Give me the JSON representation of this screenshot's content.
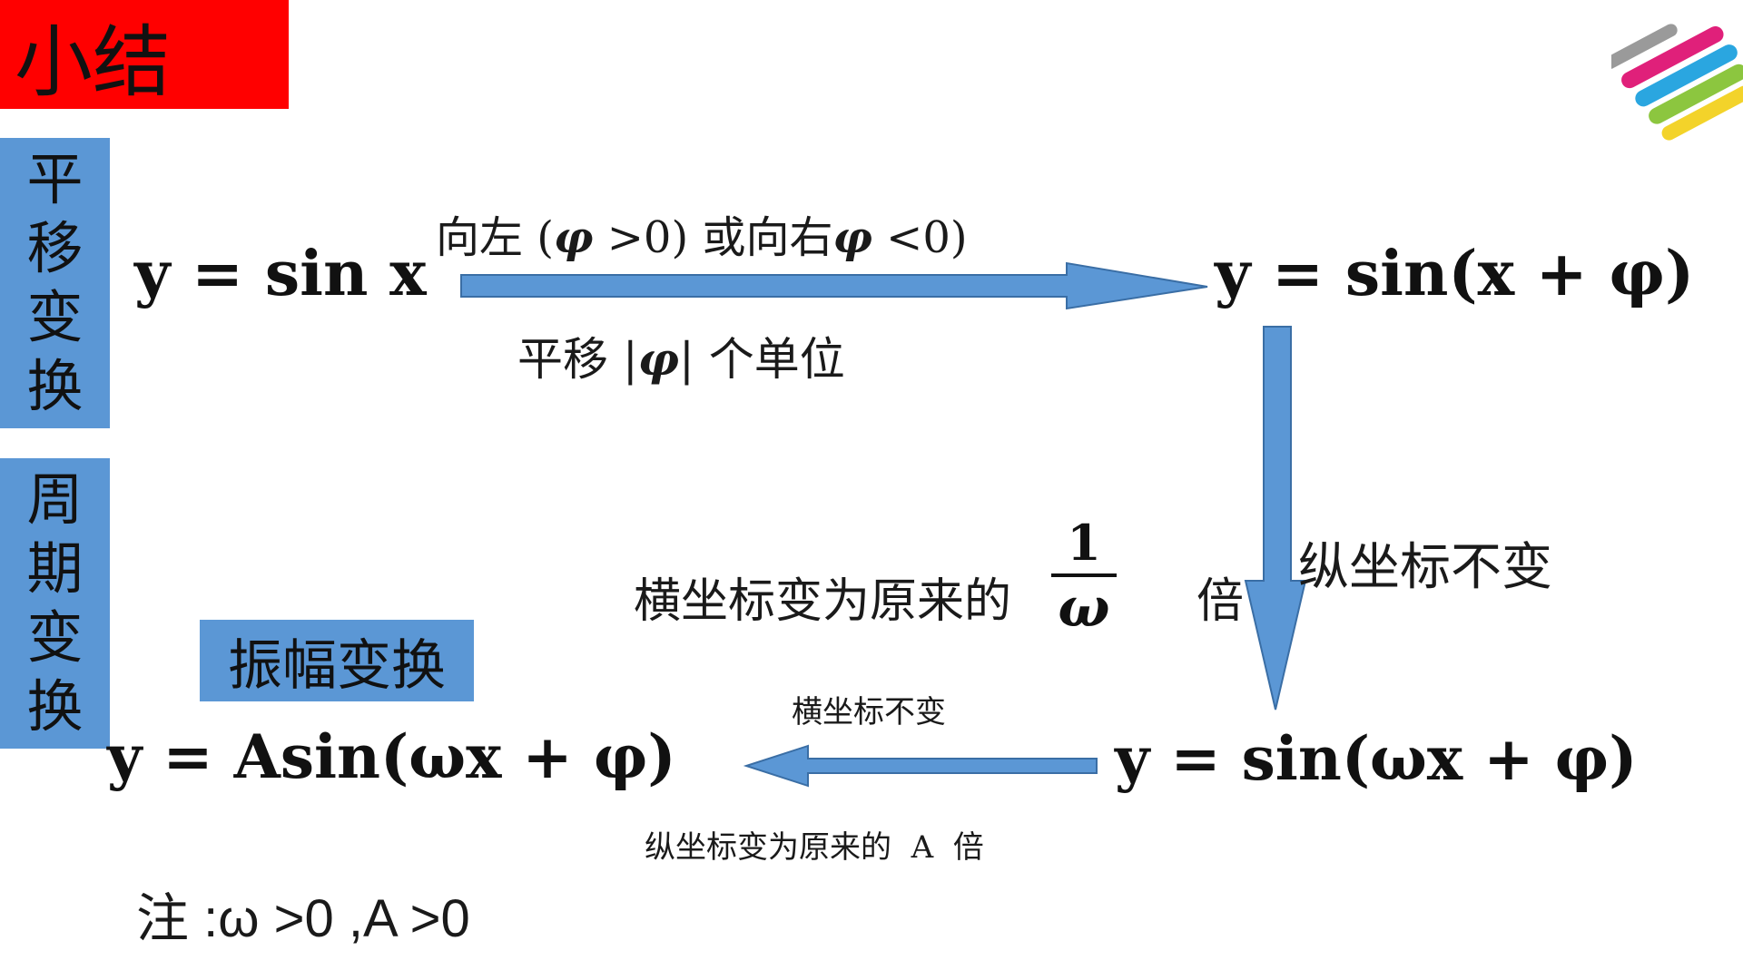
{
  "title": "小结",
  "side_labels": {
    "translation": [
      "平",
      "移",
      "变",
      "换"
    ],
    "period": [
      "周",
      "期",
      "变",
      "换"
    ]
  },
  "amplitude_label": "振幅变换",
  "formulas": {
    "f1": "y = sin x",
    "f2": "y = sin(x + φ)",
    "f3": "y = sin(ωx + φ)",
    "f4": "y = Asin(ωx + φ)"
  },
  "shift": {
    "above": {
      "part1": "向左 (",
      "phi1": "φ",
      "part2": " >0) 或向右",
      "phi2": "φ",
      "part3": "  <0)"
    },
    "below": {
      "part1": "平移 |",
      "phi": "φ",
      "part2": "| 个单位"
    }
  },
  "period": {
    "left_text": "横坐标变为原来的",
    "frac_num": "1",
    "frac_den": "ω",
    "times": "倍",
    "right_text": "纵坐标不变"
  },
  "amplitude": {
    "above": "横坐标不变",
    "below": "纵坐标变为原来的  A  倍"
  },
  "note": "注 :ω >0 ,A >0",
  "colors": {
    "title_bg": "#ff0000",
    "box_blue": "#5b97d5",
    "arrow_fill": "#5b97d5",
    "arrow_stroke": "#3a6ea5"
  },
  "icons": {
    "logo": "colored-stripes-logo"
  }
}
